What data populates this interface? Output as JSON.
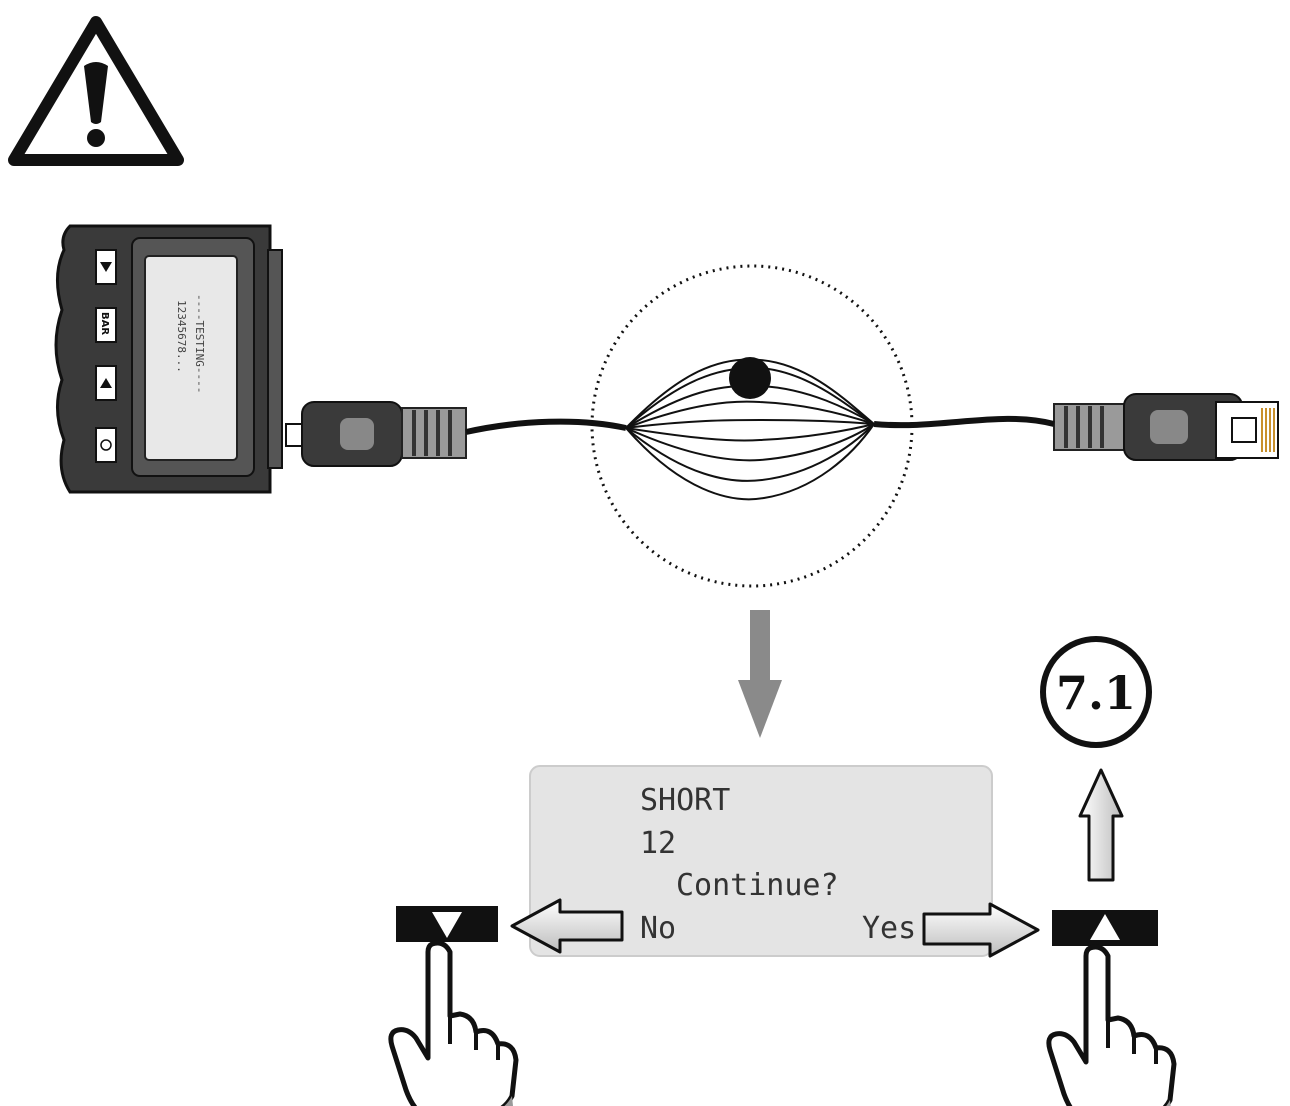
{
  "tester": {
    "screen_line_1": "----TESTING----",
    "screen_line_2": "12345678...",
    "key_mode_label": "BAR"
  },
  "result_screen": {
    "line_1": "SHORT",
    "line_2": "12",
    "line_3": "Continue?",
    "option_no": "No",
    "option_yes": "Yes"
  },
  "step_reference": "7.1",
  "icons": {
    "warning": "warning-triangle-icon",
    "down_key": "down-triangle-icon",
    "up_key": "up-triangle-icon",
    "hand": "pointing-hand-icon"
  },
  "colors": {
    "lcd_background": "#e4e4e4",
    "device_body": "#3a3a3a",
    "arrow_gray": "#8a8a8a"
  }
}
